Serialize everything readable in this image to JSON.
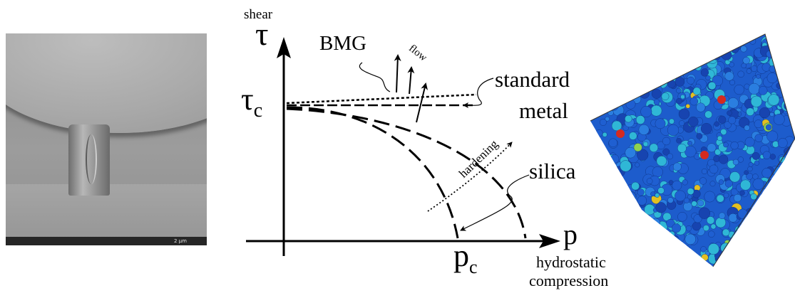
{
  "sem_panel": {
    "scale_bar_label": "2 μm"
  },
  "diagram": {
    "label_shear": "shear",
    "label_tau": "τ",
    "label_tau_c_base": "τ",
    "label_tau_c_sub": "c",
    "label_bmg": "BMG",
    "label_flow": "flow",
    "label_standard": "standard",
    "label_metal": "metal",
    "label_hardening": "hardening",
    "label_silica": "silica",
    "label_p": "p",
    "label_pc_base": "p",
    "label_pc_sub": "c",
    "label_hydrostatic": "hydrostatic",
    "label_compression": "compression"
  },
  "colors": {
    "ink": "#000000",
    "sem_gray": "#9a9a9a",
    "particle_blue": "#1f5fd1",
    "particle_cyan": "#2fb7d6",
    "particle_yellow": "#e3c021",
    "particle_red": "#d42a1f"
  }
}
